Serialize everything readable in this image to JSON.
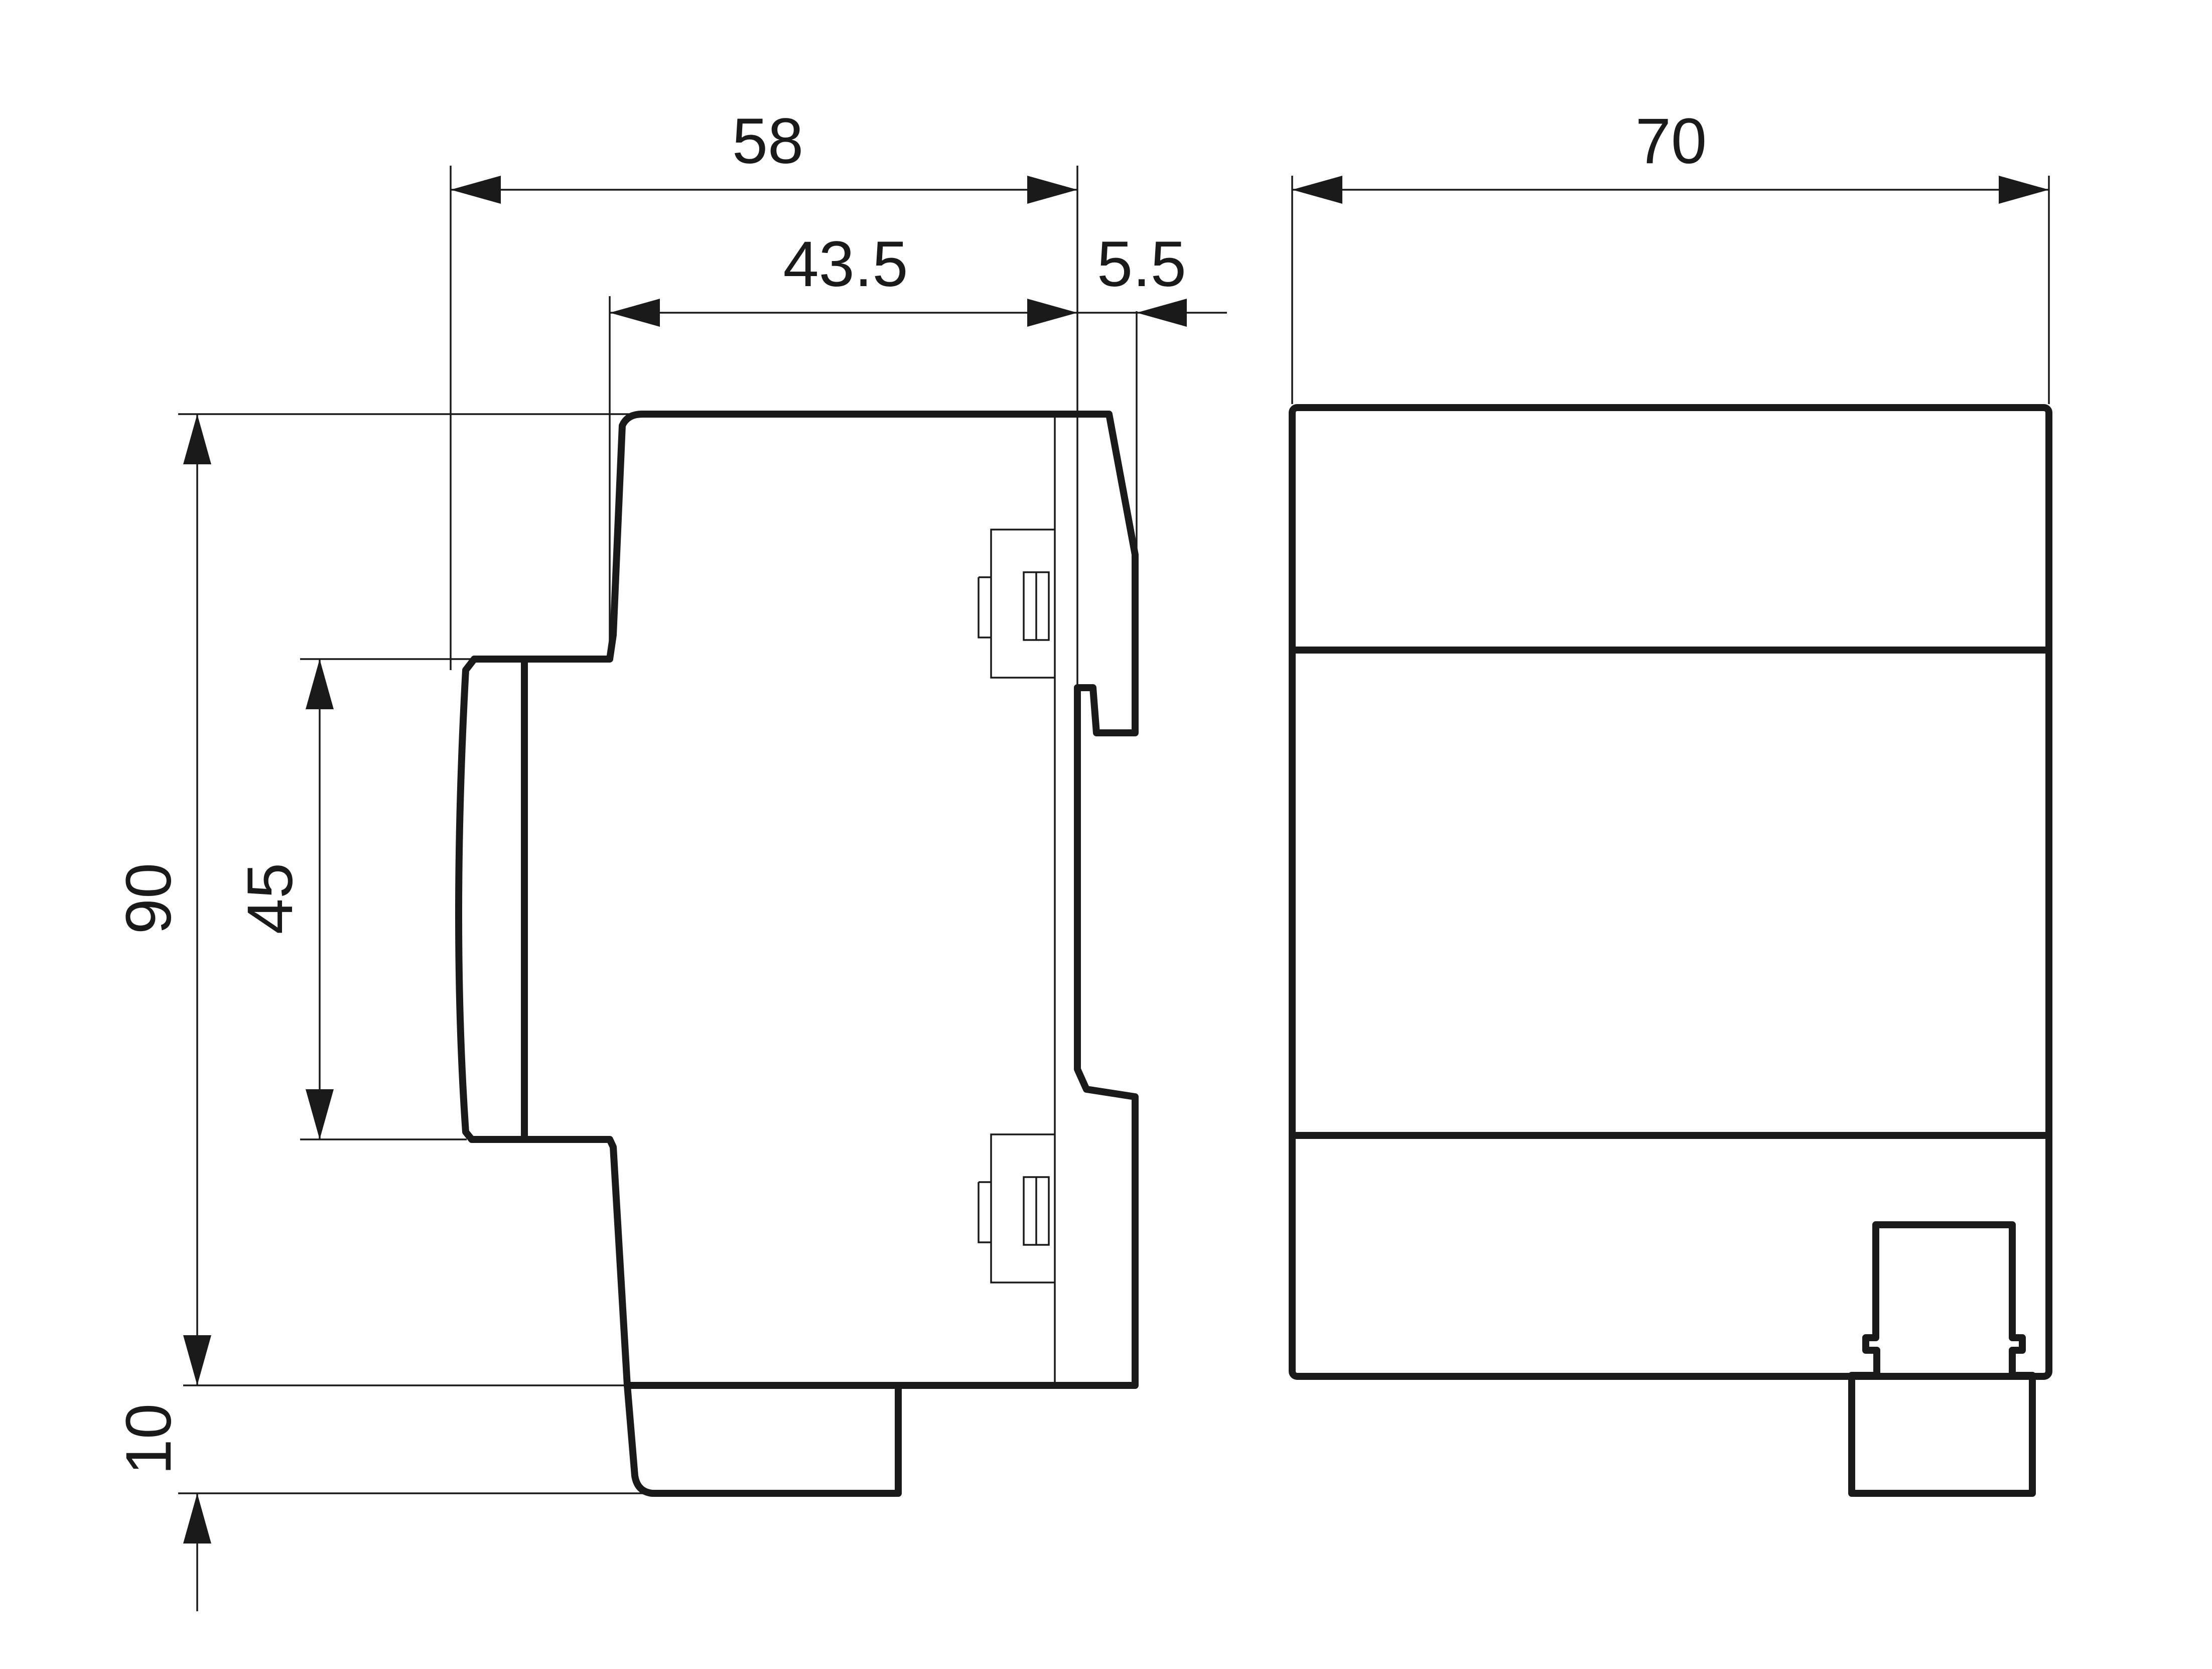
{
  "dimensions": {
    "overall_depth": "58",
    "body_depth": "43.5",
    "rail_offset": "5.5",
    "width": "70",
    "height": "90",
    "front_height": "45",
    "terminal_height": "10"
  },
  "colors": {
    "line": "#1a1a1a",
    "background": "#ffffff"
  }
}
